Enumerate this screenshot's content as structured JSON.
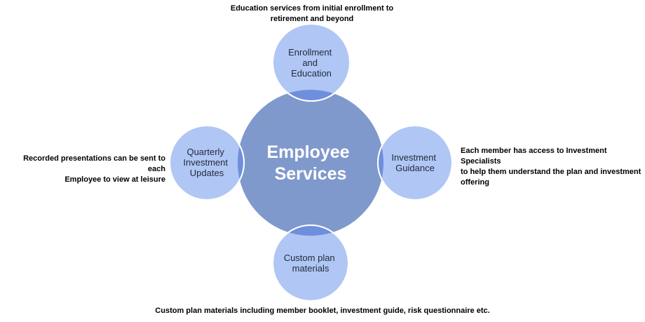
{
  "center": {
    "lines": [
      "Employee",
      "Services"
    ],
    "fill": "#8099cc"
  },
  "nodes": [
    {
      "id": "enrollment",
      "lines": [
        "Enrollment",
        "and",
        "Education"
      ],
      "note": [
        "Education services from initial enrollment to",
        "retirement and beyond"
      ]
    },
    {
      "id": "investment-guidance",
      "lines": [
        "Investment",
        "Guidance"
      ],
      "note": [
        "Each member has access to Investment Specialists",
        "to help them understand the plan and investment",
        "offering"
      ]
    },
    {
      "id": "custom-plan",
      "lines": [
        "Custom plan",
        "materials"
      ],
      "note": [
        "Custom plan materials including member booklet, investment guide, risk questionnaire etc."
      ]
    },
    {
      "id": "quarterly-updates",
      "lines": [
        "Quarterly",
        "Investment",
        "Updates"
      ],
      "note": [
        "Recorded presentations can be sent to each",
        "Employee to view at leisure"
      ]
    }
  ],
  "colors": {
    "satellite_fill": "#b0c6f4",
    "overlap_fill": "#6e8fdc",
    "stroke": "#ffffff"
  }
}
